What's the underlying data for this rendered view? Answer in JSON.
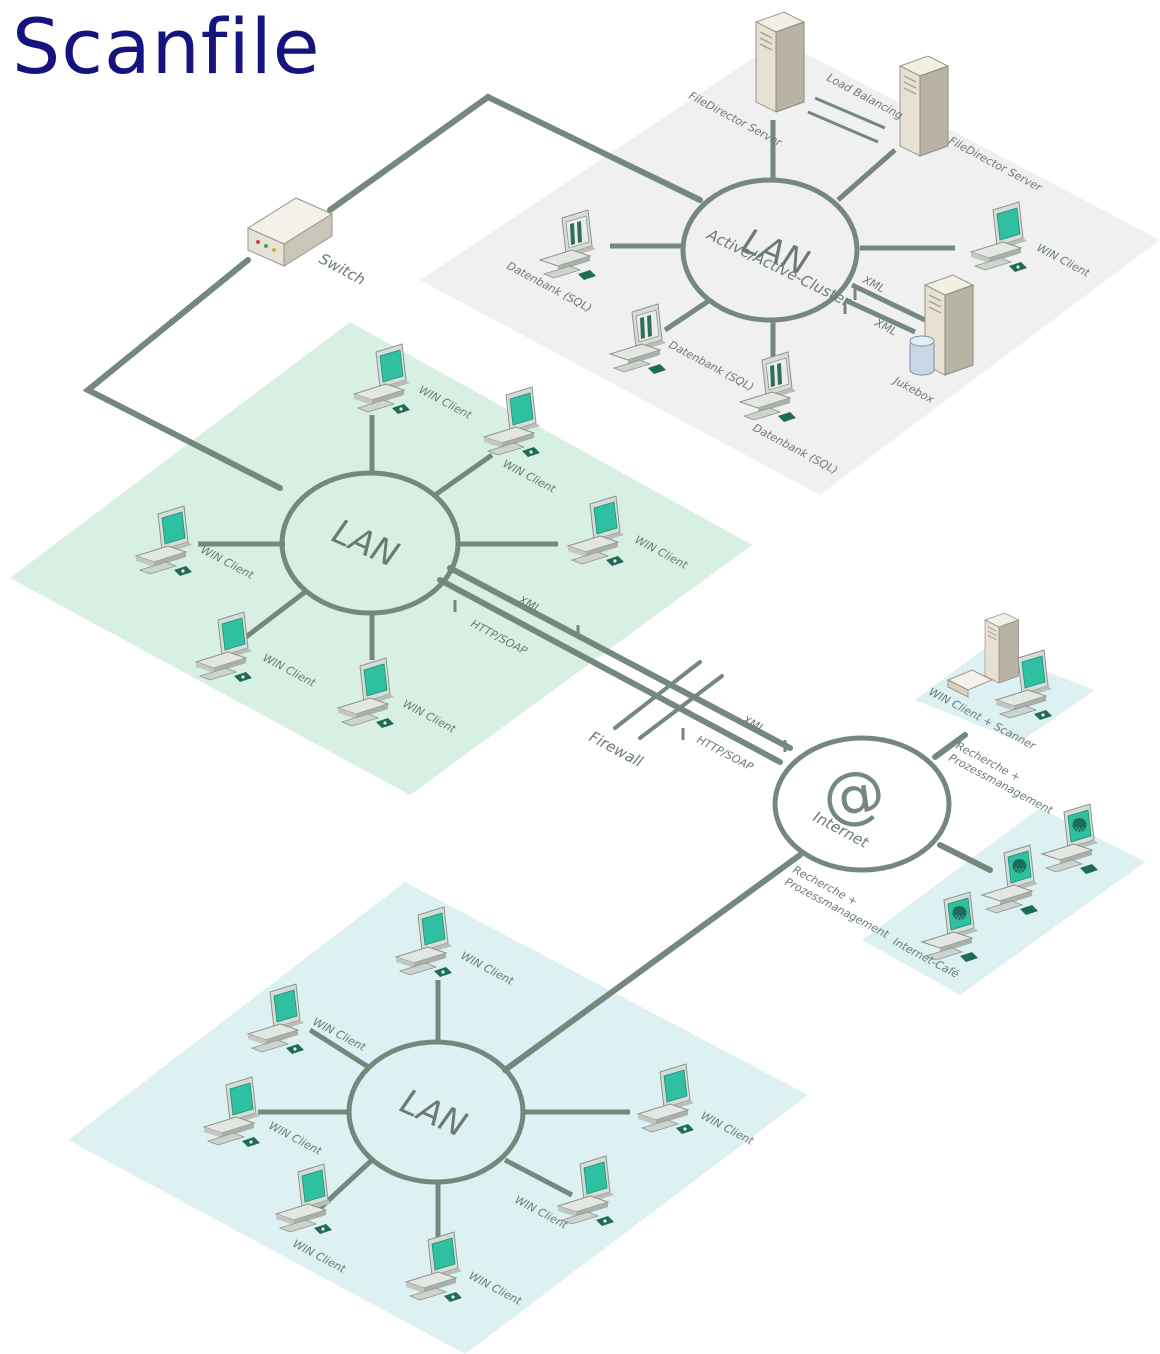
{
  "title": "Scanfile",
  "colors": {
    "title": "#15137e",
    "line": "#74887e",
    "zone_grey": "#f0f0f0",
    "zone_green": "#d8f0e3",
    "zone_blue": "#ddf1f3",
    "screen": "#2ec0a0"
  },
  "cluster": {
    "lan_label": "LAN",
    "lan_sublabel": "Active/Active-Cluster",
    "server_1": "FileDirector Server",
    "server_2": "FileDirector Server",
    "load_balancing": "Load Balancing",
    "db_1": "Datenbank (SQL)",
    "db_2": "Datenbank (SQL)",
    "db_3": "Datenbank (SQL)",
    "client": "WIN Client",
    "xml_1": "XML",
    "xml_2": "XML",
    "jukebox": "Jukebox"
  },
  "switch_label": "Switch",
  "lan_mid": {
    "lan_label": "LAN",
    "clients": [
      "WIN Client",
      "WIN Client",
      "WIN Client",
      "WIN Client",
      "WIN Client",
      "WIN Client"
    ],
    "xml": "XML",
    "http": "HTTP/SOAP"
  },
  "firewall": {
    "label": "Firewall",
    "xml": "XML",
    "http": "HTTP/SOAP"
  },
  "internet": {
    "symbol": "@",
    "label": "Internet",
    "recherche_1": "Recherche +",
    "prozess_1": "Prozessmanagement",
    "recherche_2": "Recherche +",
    "prozess_2": "Prozessmanagement",
    "scanner_label": "WIN Client + Scanner",
    "cafe_label": "Internet-Café",
    "www": "WWW"
  },
  "lan_bottom": {
    "lan_label": "LAN",
    "clients": [
      "WIN Client",
      "WIN Client",
      "WIN Client",
      "WIN Client",
      "WIN Client",
      "WIN Client"
    ]
  }
}
